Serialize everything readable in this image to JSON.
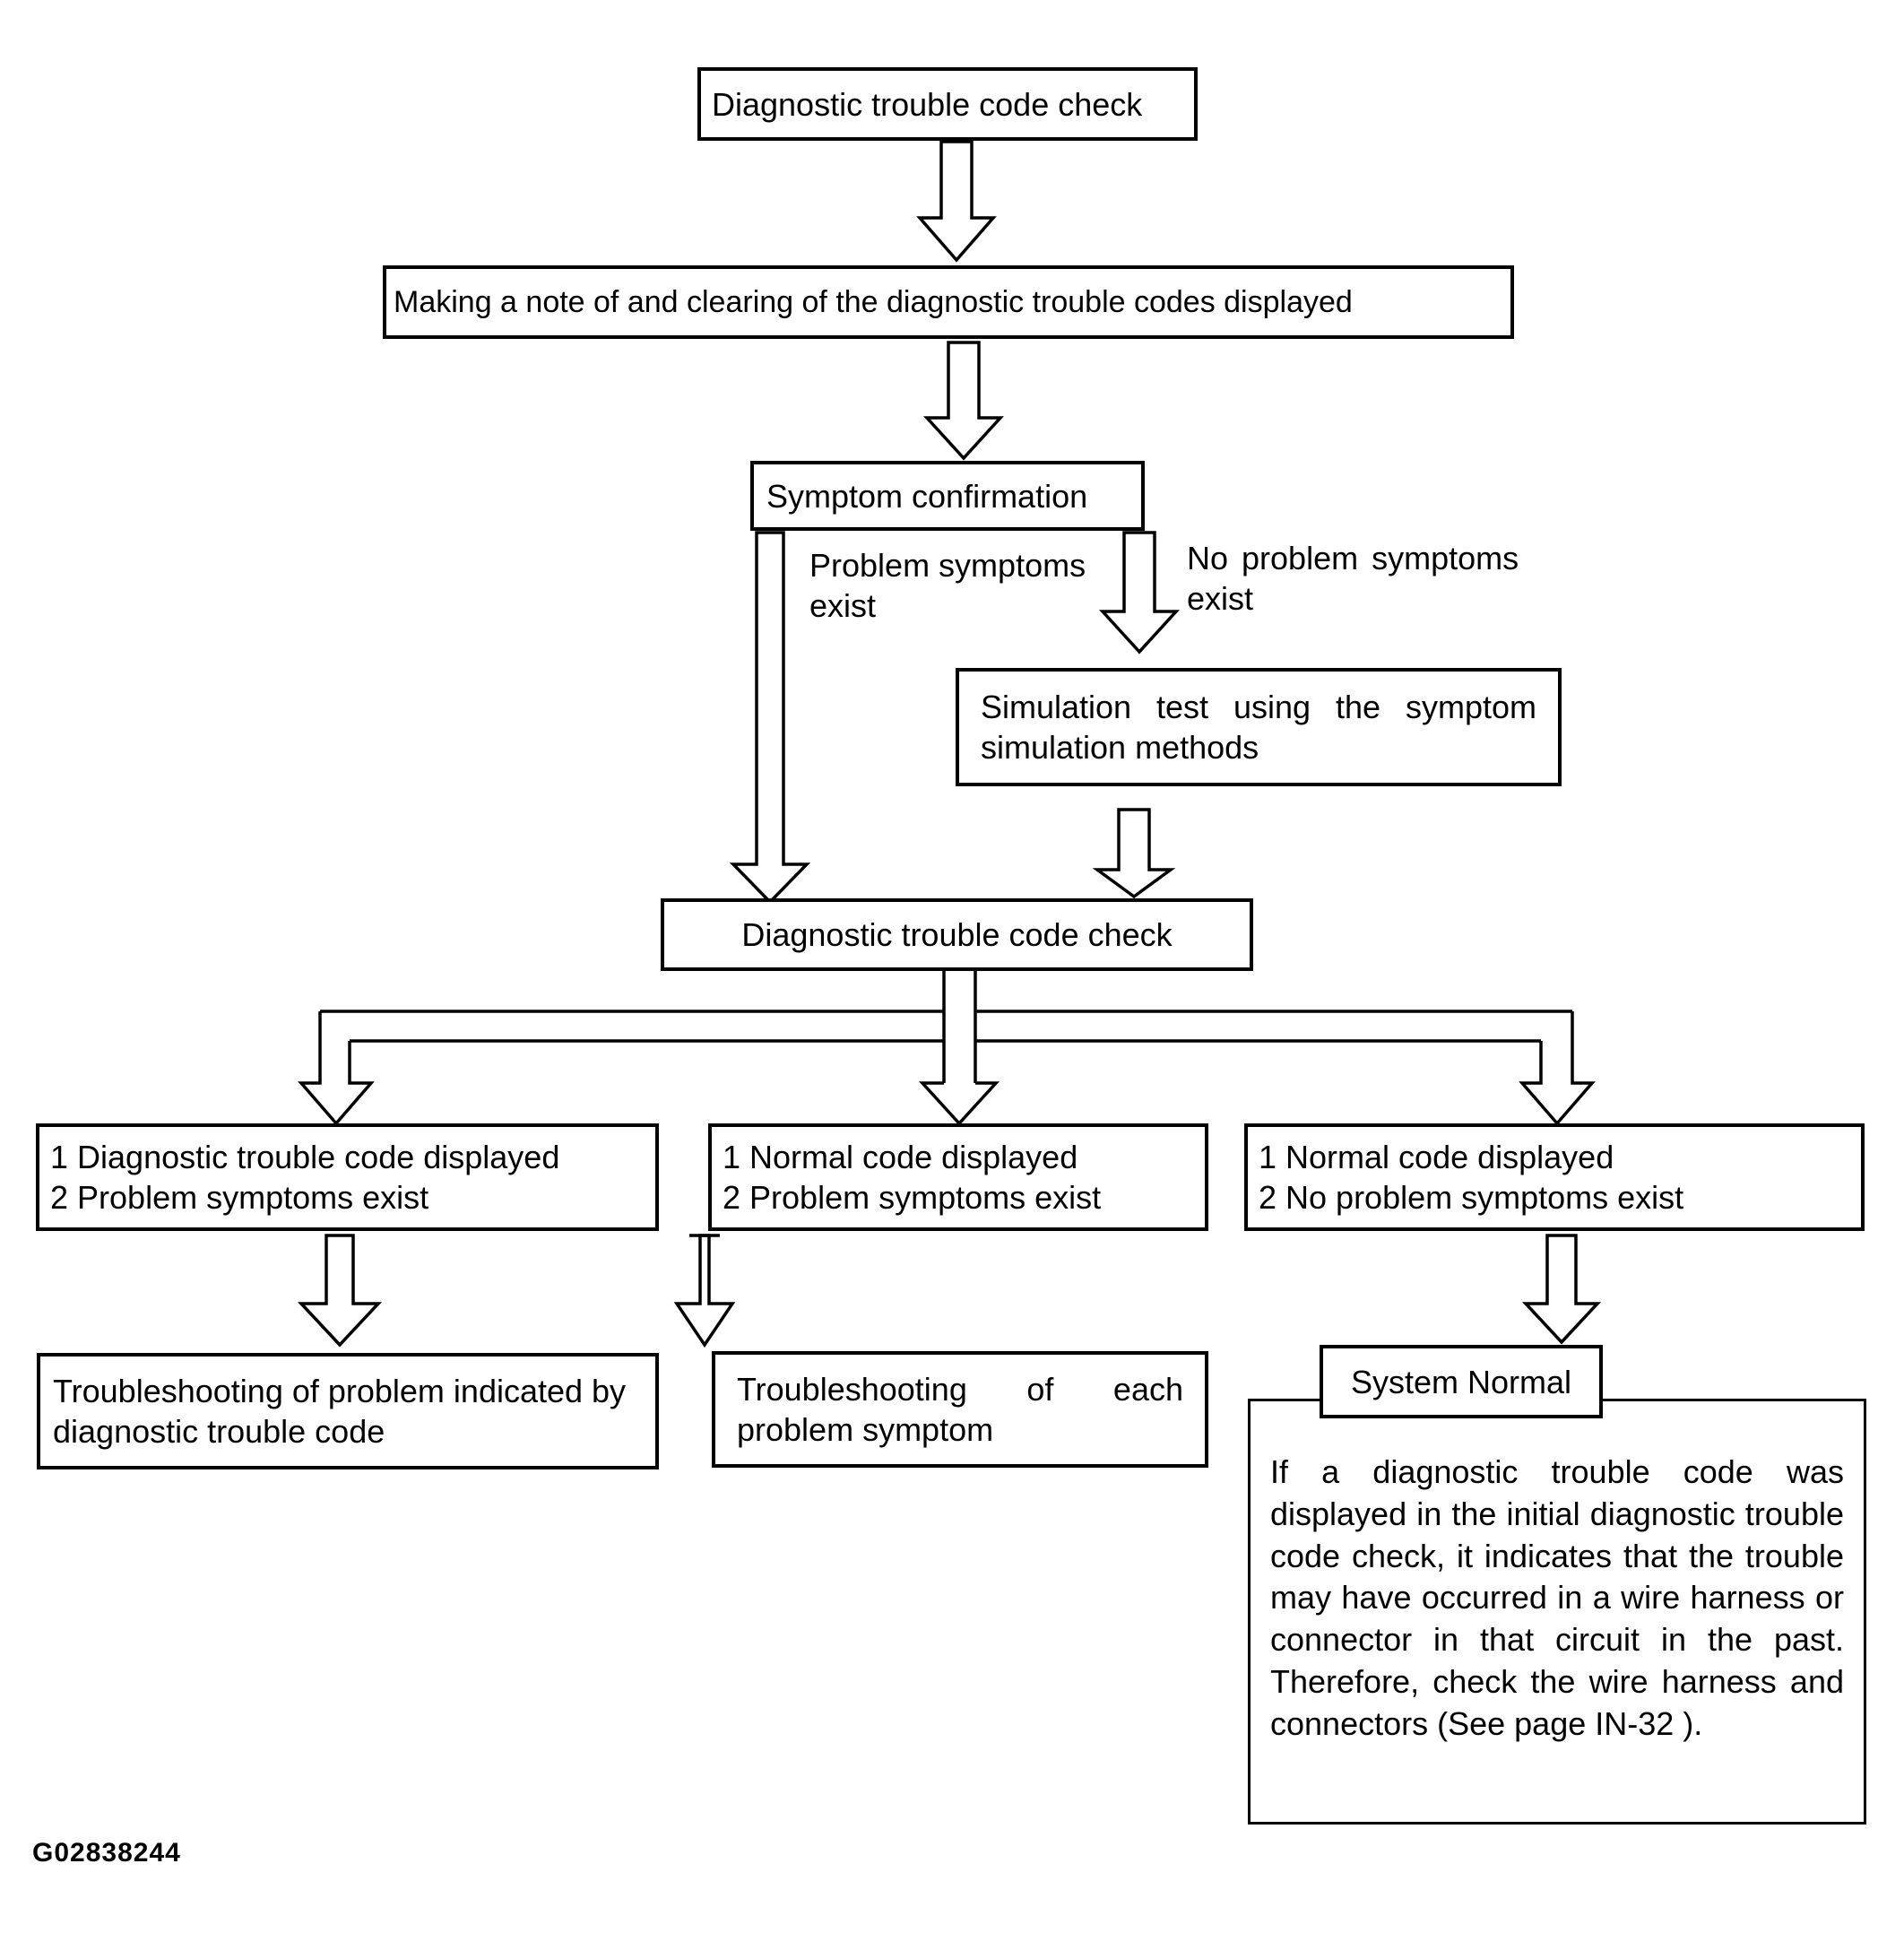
{
  "diagram": {
    "figure_code": "G02838244",
    "colors": {
      "line": "#000000",
      "background": "#ffffff"
    },
    "nodes": {
      "dtc_check_1": "Diagnostic trouble code check",
      "note_clear": "Making a note of and clearing of the diagnostic trouble codes displayed",
      "symptom_confirmation": "Symptom confirmation",
      "simulation_test": "Simulation test using the symptom simulation methods",
      "dtc_check_2": "Diagnostic trouble code check",
      "branch_left": "1 Diagnostic trouble code displayed\n2 Problem symptoms exist",
      "branch_middle": "1 Normal code displayed\n2 Problem symptoms exist",
      "branch_right": "1 Normal code displayed\n2 No problem symptoms exist",
      "ts_dtc": "Troubleshooting of problem indicated by diagnostic trouble code",
      "ts_symptom": "Troubleshooting of each problem symptom",
      "system_normal": "System Normal",
      "system_normal_note": "If a diagnostic trouble code was displayed in the initial diagnostic trouble code check, it indicates that the trouble may have occurred in a wire harness or connector in that circuit in the past. Therefore, check the wire harness and connectors (See page IN-32 )."
    },
    "edge_labels": {
      "problem_symptoms": "Problem symptoms\nexist",
      "no_problem_symptoms": "No problem symptoms\nexist"
    }
  }
}
